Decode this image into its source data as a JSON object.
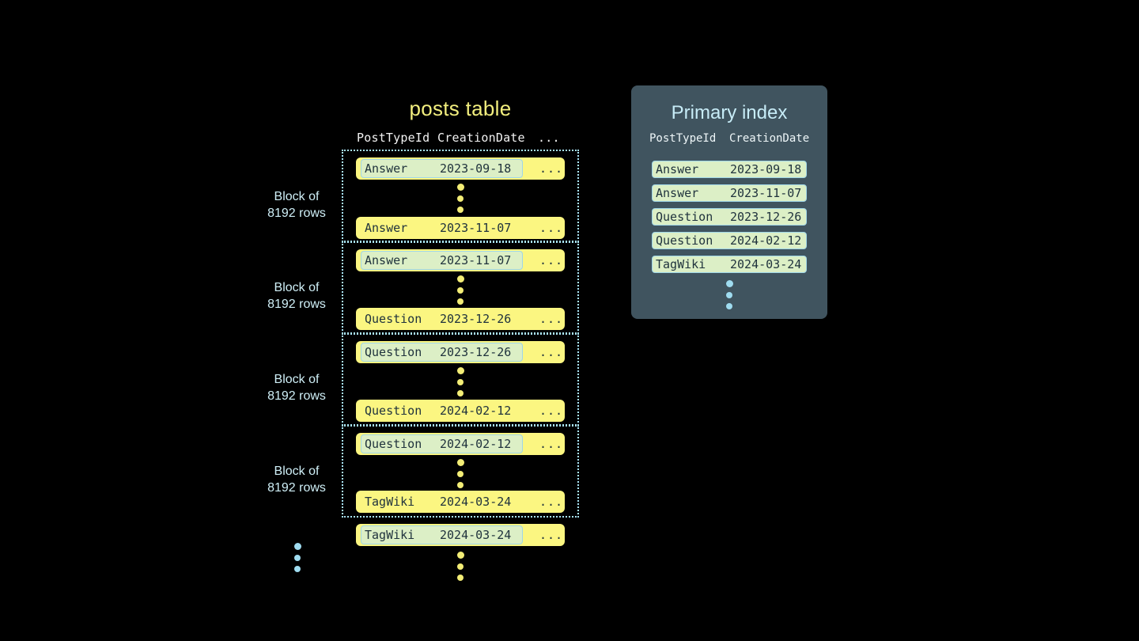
{
  "background": "#000000",
  "colors": {
    "row_yellow": "#fbf681",
    "marked_mint": "#dcefc6",
    "marked_border": "#9fd6e8",
    "panel_slate": "#40545f",
    "title_yellow": "#f2ee7e",
    "title_blue": "#c7ecf7",
    "label_blue": "#cfeff7",
    "dot_yellow": "#f3ed76",
    "dot_blue": "#9fdcf0",
    "text_dark": "#20333d",
    "header_white": "#f2f2f2"
  },
  "posts_table": {
    "title": "posts table",
    "columns": [
      "PostTypeId",
      "CreationDate",
      "..."
    ],
    "more_glyph": "...",
    "blocks": [
      {
        "label_line1": "Block of",
        "label_line2": "8192 rows",
        "first_row": {
          "type": "Answer",
          "date": "2023-09-18",
          "more": "...",
          "marked": true
        },
        "last_row": {
          "type": "Answer",
          "date": "2023-11-07",
          "more": "...",
          "marked": false
        }
      },
      {
        "label_line1": "Block of",
        "label_line2": "8192 rows",
        "first_row": {
          "type": "Answer",
          "date": "2023-11-07",
          "more": "...",
          "marked": true
        },
        "last_row": {
          "type": "Question",
          "date": "2023-12-26",
          "more": "...",
          "marked": false
        }
      },
      {
        "label_line1": "Block of",
        "label_line2": "8192 rows",
        "first_row": {
          "type": "Question",
          "date": "2023-12-26",
          "more": "...",
          "marked": true
        },
        "last_row": {
          "type": "Question",
          "date": "2024-02-12",
          "more": "...",
          "marked": false
        }
      },
      {
        "label_line1": "Block of",
        "label_line2": "8192 rows",
        "first_row": {
          "type": "Question",
          "date": "2024-02-12",
          "more": "...",
          "marked": true
        },
        "last_row": {
          "type": "TagWiki",
          "date": "2024-03-24",
          "more": "...",
          "marked": false
        }
      }
    ],
    "trailing_row": {
      "type": "TagWiki",
      "date": "2024-03-24",
      "more": "...",
      "marked": true
    }
  },
  "primary_index": {
    "title": "Primary index",
    "columns": [
      "PostTypeId",
      "CreationDate"
    ],
    "rows": [
      {
        "type": "Answer",
        "date": "2023-09-18"
      },
      {
        "type": "Answer",
        "date": "2023-11-07"
      },
      {
        "type": "Question",
        "date": "2023-12-26"
      },
      {
        "type": "Question",
        "date": "2024-02-12"
      },
      {
        "type": "TagWiki",
        "date": "2024-03-24"
      }
    ]
  }
}
